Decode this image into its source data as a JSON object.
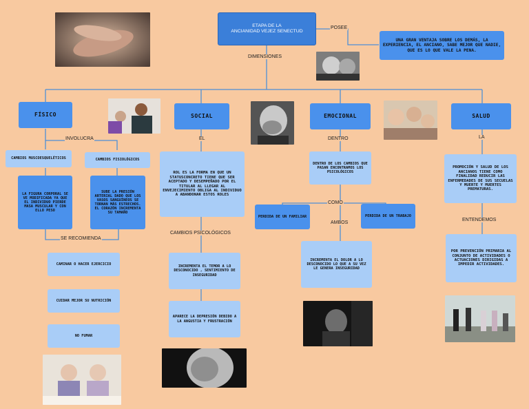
{
  "root": "ETAPA DE LA\nANCIANIDAD VEJEZ SENECTUD",
  "posee": {
    "connector": "POSEE",
    "text": "UNA GRAN VENTAJA SOBRE LOS DEMÁS, LA EXPERIENCIA, EL ANCIANO, SABE MEJOR QUE NADIE, QUE ES LO QUE VALE LA PENA."
  },
  "dimensiones": "DIMENSIONES",
  "fisico": {
    "title": "FÍSICO",
    "involucra": "INVOLUCRA",
    "muscular": "CAMBIOS MUSCOESQUELÉTICOS",
    "fisiologicos": "CAMBIOS FISIOLÓGICOS",
    "figura": "LA FIGURA CORPORAL SE VE MODIFICADA YA QUE EL INDIVIDUO PIERDE MASA MUSCULAR Y CON ELLO PESO",
    "presion": "SUBE LA PRESIÓN ARTERIAL DADO QUE LOS VASOS SANGUÍNEOS SE TORNAN MÁS ESTRECHOS. EL CORAZÓN INCREMENTA SU TAMAÑO",
    "recomienda": "SE RECOMIENDA",
    "rec1": "CAMINAR O HACER EJERCICIO",
    "rec2": "CUIDAR MEJOR SU NUTRICIÓN",
    "rec3": "NO FUMAR"
  },
  "social": {
    "title": "SOCIAL",
    "el": "EL",
    "rol": "ROL ES LA FORMA EN QUE UN STATUSCONCRETO TIENE QUE SER ACEPTADO Y DESEMPEÑADO POR EL TITULAR AL LLEGAR AL ENVEJECIMIENTO OBLIGA AL INDIVIDUO A ABANDONAR ESTOS ROLES",
    "cambios": "CAMBIOS PSICOLÓGICOS",
    "temor": "INCREMENTA EL TEMOR A LO DESCONOCIDO , SENTIMIENTO DE INSEGURIDAD",
    "depresion": "APARECE LA DEPRESIÓN DEBIDO A LA ANGUSTIA Y FRUSTRACIÓN"
  },
  "emocional": {
    "title": "EMOCIONAL",
    "dentro": "DENTRO",
    "cambios": "DENTRO DE LOS CAMBIOS QUE PASAN ENCONTRAMOS LOS PSICOLÓGICOS",
    "como": "COMO",
    "familiar": "PERDIDA DE UN FAMILIAR",
    "trabajo": "PERDIDA DE UN TRABAJO",
    "ambos": "AMBOS",
    "dolor": "INCREMENTA EL DOLOR A LO DESCONOCIDO LO QUE A SU VEZ LE GENERA INSEGURIDAD"
  },
  "salud": {
    "title": "SALUD",
    "la": "LA",
    "promocion": "PROMOCIÓN Y SALUD DE LOS ANCIANOS TIENE COMO FINALIDAD REDUCIR LAS ENFERMEDADES DE SUS SECUELAS Y MUERTE Y MUERTES PREMATURAS.",
    "entendemos": "ENTENDEMOS",
    "prevencion": "POR PREVENCIÓN PRIMARIA AL CONJUNTO DE ACTIVIDADES O ACTUACIONES DIRIGIDAS A IMPEDIR ACTIVIDADES."
  }
}
